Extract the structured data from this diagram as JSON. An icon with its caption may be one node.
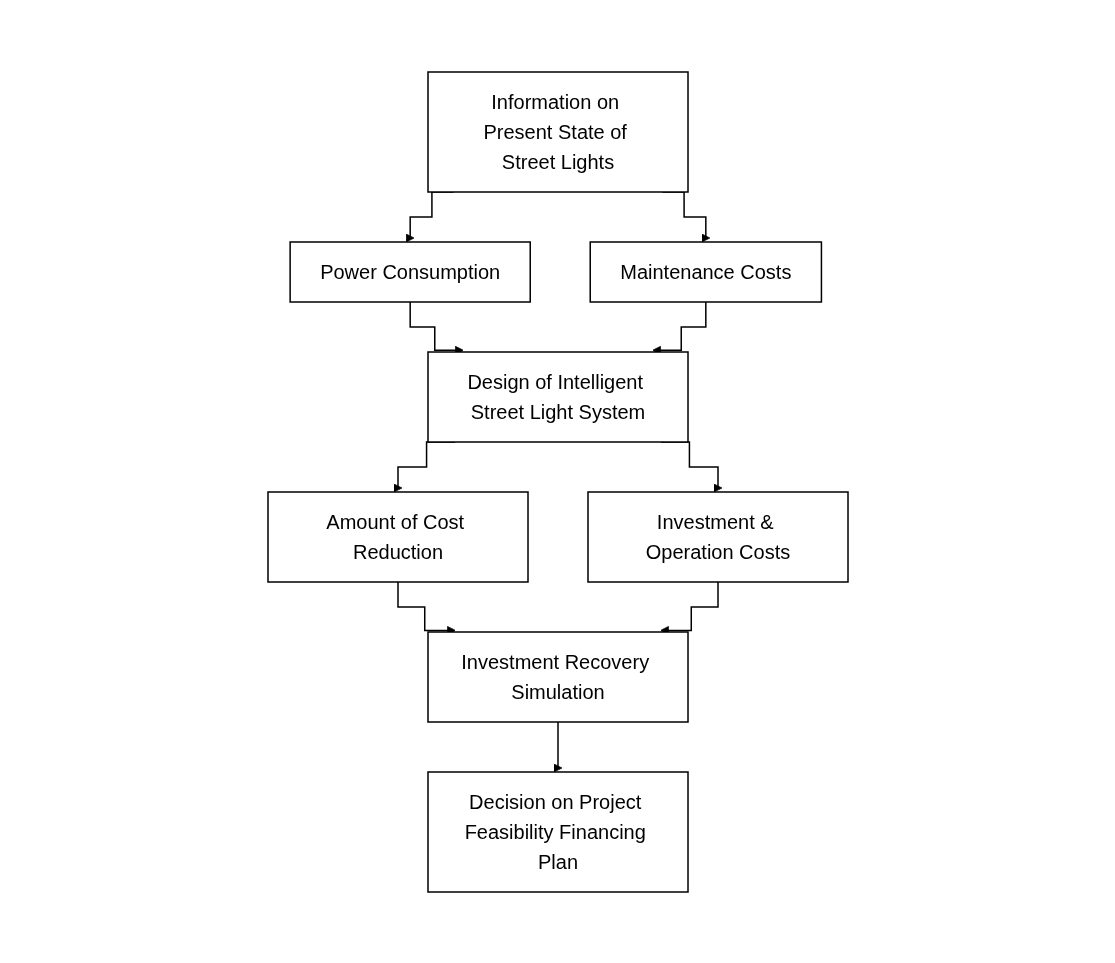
{
  "diagram": {
    "nodes": [
      {
        "text": [
          "Information on Present State of Street Lights"
        ]
      },
      {
        "text": [
          "Power Consumption"
        ]
      },
      {
        "text": [
          "Maintenance Costs"
        ]
      },
      {
        "text": [
          "Design of Intelligent Street Light System"
        ]
      },
      {
        "text": [
          "Amount of Cost Reduction"
        ]
      },
      {
        "text": [
          "Investment & Operation Costs"
        ]
      },
      {
        "text": [
          "Investment Recovery Simulation"
        ]
      },
      {
        "text": [
          "Decision on Project Feasibility Financing Plan"
        ]
      }
    ],
    "edges": [
      {
        "from": 0,
        "to": 1,
        "arrow": "to"
      },
      {
        "from": 0,
        "to": 2,
        "arrow": "to"
      },
      {
        "from": 1,
        "to": 3,
        "arrow": "to"
      },
      {
        "from": 2,
        "to": 3,
        "arrow": "to"
      },
      {
        "from": 3,
        "to": 4,
        "arrow": "to"
      },
      {
        "from": 3,
        "to": 5,
        "arrow": "to"
      },
      {
        "from": 4,
        "to": 6,
        "arrow": "to"
      },
      {
        "from": 5,
        "to": 6,
        "arrow": "to"
      },
      {
        "from": 6,
        "to": 7,
        "arrow": "to"
      }
    ]
  }
}
